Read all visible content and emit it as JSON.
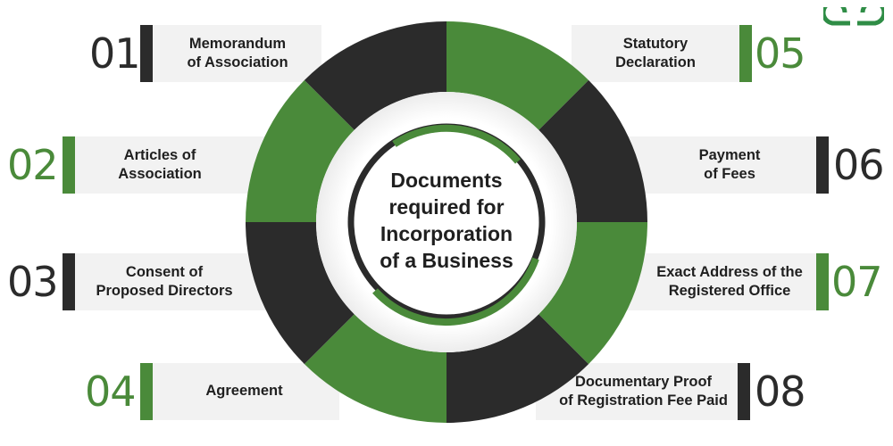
{
  "colors": {
    "green": "#4a8a3a",
    "dark": "#2b2b2b",
    "band": "#f2f2f2",
    "logo": "#2f8d46"
  },
  "center": {
    "title": "Documents\nrequired for\nIncorporation\nof a Business"
  },
  "logo": {
    "icon": "gfg-logo-icon"
  },
  "items": [
    {
      "num": "01",
      "label": "Memorandum\nof Association",
      "color": "dark"
    },
    {
      "num": "02",
      "label": "Articles of\nAssociation",
      "color": "green"
    },
    {
      "num": "03",
      "label": "Consent of\nProposed Directors",
      "color": "dark"
    },
    {
      "num": "04",
      "label": "Agreement",
      "color": "green"
    },
    {
      "num": "05",
      "label": "Statutory\nDeclaration",
      "color": "green"
    },
    {
      "num": "06",
      "label": "Payment\nof Fees",
      "color": "dark"
    },
    {
      "num": "07",
      "label": "Exact Address of the\nRegistered Office",
      "color": "green"
    },
    {
      "num": "08",
      "label": "Documentary Proof\nof Registration Fee Paid",
      "color": "dark"
    }
  ]
}
